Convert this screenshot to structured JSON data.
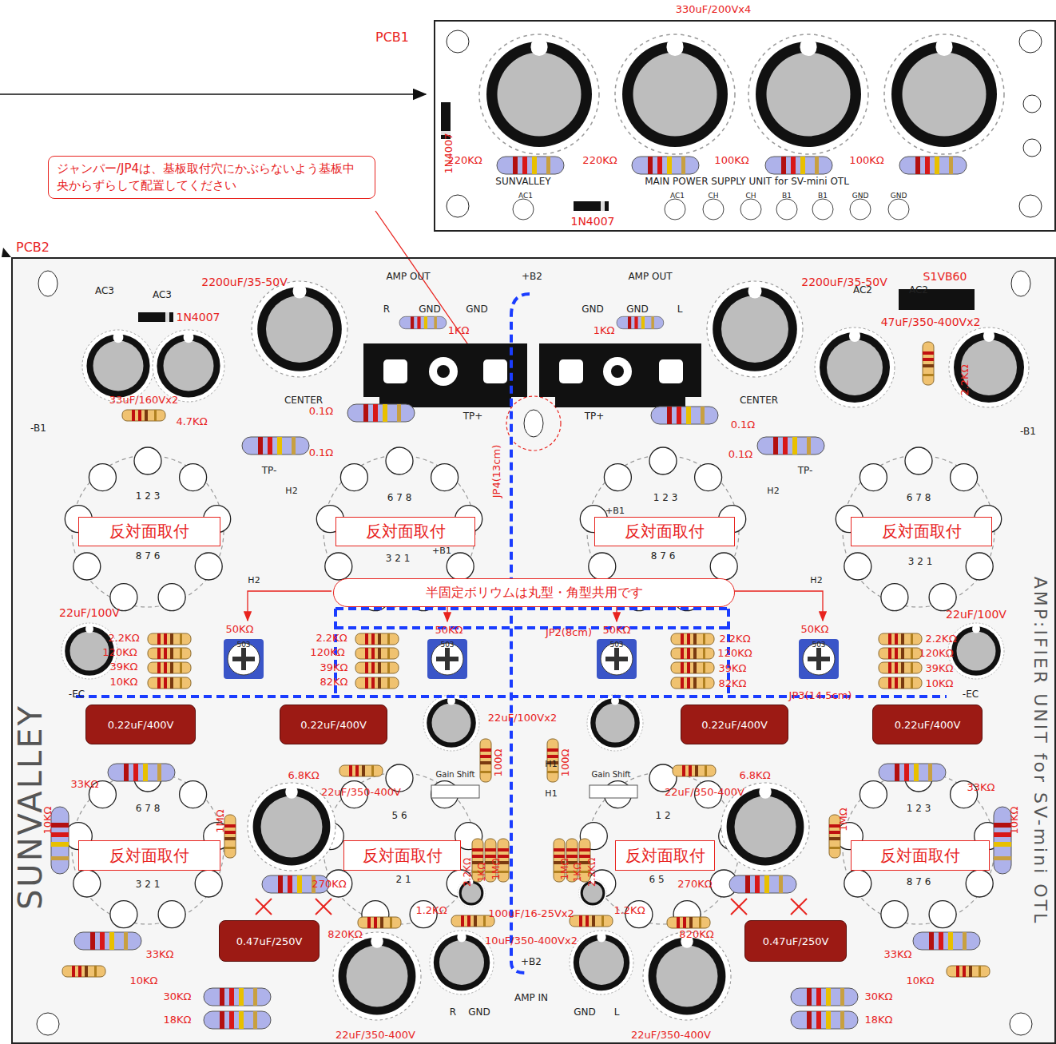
{
  "diagram": {
    "nodes": [
      {
        "text": [
          "PCB1"
        ]
      },
      {
        "text": [
          "ジャンパー/JP4は、基板取付穴にかぶらないよう基板中央からずらして配置してください"
        ]
      },
      {
        "text": [
          "PCB2"
        ]
      },
      {
        "text": [
          "反対面取付"
        ],
        "in": 2
      },
      {
        "text": [
          "反対面取付"
        ],
        "in": 2
      },
      {
        "text": [
          "反対面取付"
        ],
        "in": 2
      },
      {
        "text": [
          "反対面取付"
        ],
        "in": 2
      },
      {
        "text": [
          "半固定ボリウムは丸型・角型共用です"
        ],
        "in": 2
      },
      {
        "text": [
          "0.22uF/400V"
        ],
        "in": 2
      },
      {
        "text": [
          "0.22uF/400V"
        ],
        "in": 2
      },
      {
        "text": [
          "0.22uF/400V"
        ],
        "in": 2
      },
      {
        "text": [
          "0.22uF/400V"
        ],
        "in": 2
      },
      {
        "text": [
          "反対面取付"
        ],
        "in": 2
      },
      {
        "text": [
          "反対面取付"
        ],
        "in": 2
      },
      {
        "text": [
          "反対面取付"
        ],
        "in": 2
      },
      {
        "text": [
          "反対面取付"
        ],
        "in": 2
      },
      {
        "text": [
          "0.47uF/250V"
        ],
        "in": 2
      },
      {
        "text": [
          "0.47uF/250V"
        ],
        "in": 2
      }
    ],
    "labels": [
      "330uF/200Vx4",
      "220KΩ",
      "220KΩ",
      "100KΩ",
      "100KΩ",
      "1N4007",
      "SUNVALLEY",
      "MAIN POWER SUPPLY UNIT for SV-mini OTL",
      "AC1",
      "AC1",
      "CH",
      "CH",
      "B1",
      "B1",
      "GND",
      "GND",
      "1N4007",
      "+B2",
      "AMP OUT",
      "AMP OUT",
      "R",
      "GND",
      "GND",
      "GND",
      "GND",
      "L",
      "2200uF/35-50V",
      "2200uF/35-50V",
      "S1VB60",
      "AC3",
      "AC3",
      "1N4007",
      "AC2",
      "AC2",
      "47uF/350-400Vx2",
      "1KΩ",
      "1KΩ",
      "2.2KΩ",
      "33uF/160Vx2",
      "4.7KΩ",
      "CENTER",
      "CENTER",
      "0.1Ω",
      "TP+",
      "TP+",
      "0.1Ω",
      "-B1",
      "-B1",
      "0.1Ω",
      "0.1Ω",
      "TP-",
      "TP-",
      "JP4(13cm)",
      "H2",
      "H2",
      "1 2 3",
      "6 7 8",
      "1 2 3",
      "6 7 8",
      "8 7 6",
      "3 2 1",
      "8 7 6",
      "3 2 1",
      "+B1",
      "+B1",
      "H2",
      "H2",
      "22uF/100V",
      "22uF/100V",
      "JP2(8cm)",
      "50KΩ",
      "50KΩ",
      "50KΩ",
      "50KΩ",
      "2.2KΩ",
      "120KΩ",
      "39KΩ",
      "10KΩ",
      "2.2KΩ",
      "120KΩ",
      "39KΩ",
      "82KΩ",
      "2.2KΩ",
      "120KΩ",
      "39KΩ",
      "82KΩ",
      "2.2KΩ",
      "120KΩ",
      "39KΩ",
      "10KΩ",
      "503",
      "503",
      "503",
      "503",
      "-EC",
      "-EC",
      "JP3(14.5cm)",
      "22uF/100Vx2",
      "100Ω",
      "100Ω",
      "H1",
      "Gain Shift",
      "Gain Shift",
      "6.8KΩ",
      "6.8KΩ",
      "33KΩ",
      "33KΩ",
      "22uF/350-400V",
      "22uF/350-400V",
      "H1",
      "10KΩ",
      "10KΩ",
      "1MΩ",
      "1MΩ",
      "6 7 8",
      "5 6",
      "1 2",
      "1 2 3",
      "3 2 1",
      "2 1",
      "6 5",
      "8 7 6",
      "2.2KΩ",
      "1KΩ",
      "1MΩ",
      "1MΩ",
      "1KΩ",
      "2.2KΩ",
      "270KΩ",
      "270KΩ",
      "1.2KΩ",
      "100uF/16-25Vx2",
      "1.2KΩ",
      "820KΩ",
      "820KΩ",
      "10uF/350-400Vx2",
      "33KΩ",
      "33KΩ",
      "+B2",
      "10KΩ",
      "10KΩ",
      "30KΩ",
      "AMP IN",
      "30KΩ",
      "R",
      "GND",
      "GND",
      "L",
      "18KΩ",
      "18KΩ",
      "22uF/350-400V",
      "22uF/350-400V",
      "SUNVALLEY",
      "AMP:IFIER UNIT for SV-mini OTL"
    ]
  }
}
